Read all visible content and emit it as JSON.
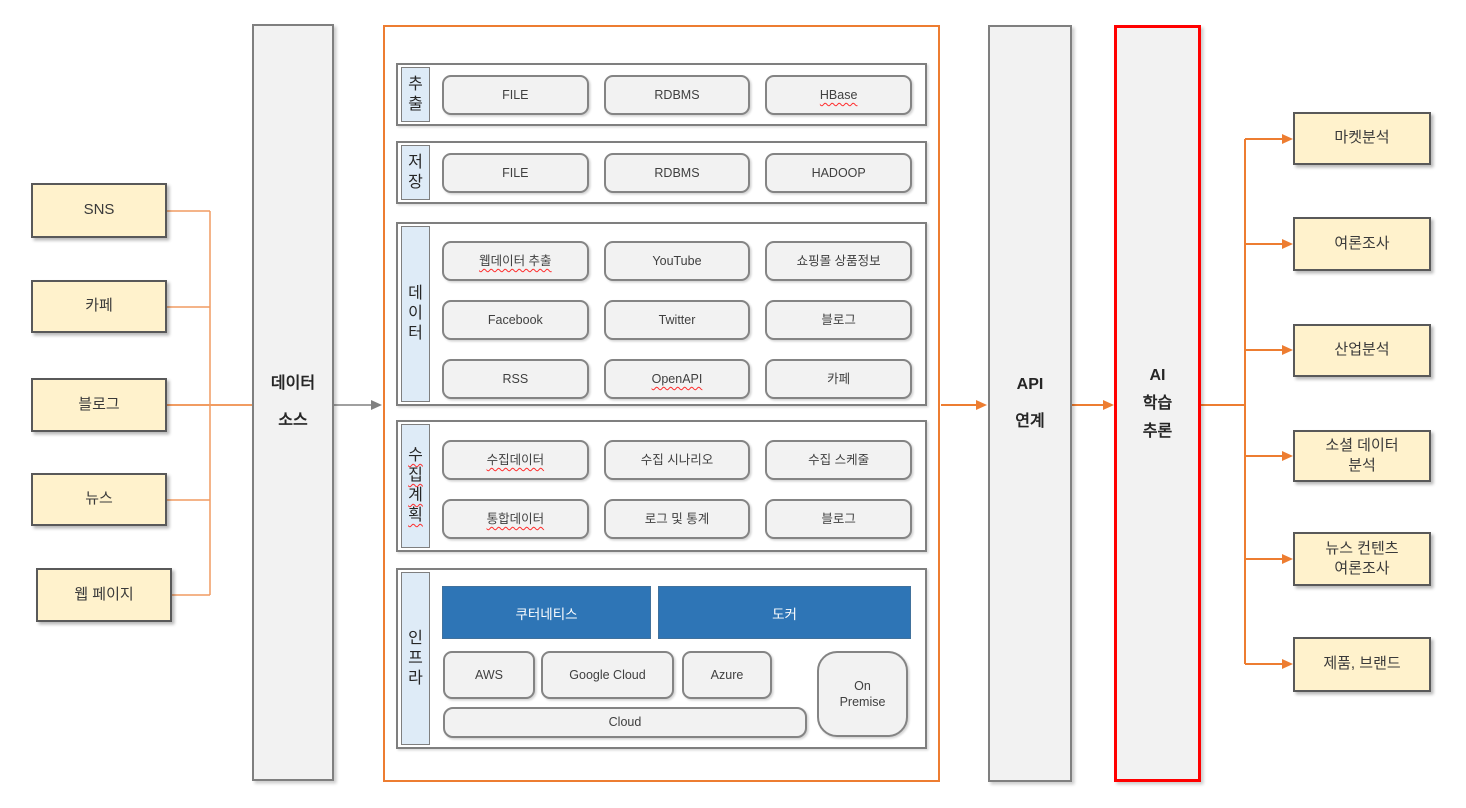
{
  "colors": {
    "orange": "#ED7D31",
    "orange_light": "#F19C62",
    "red": "#FF0000",
    "gray_border": "#7F7F7F",
    "dark_border": "#595959",
    "arrow_gray": "#808080",
    "fill_gray": "#F2F2F2",
    "fill_yellow": "#FFF2CC",
    "fill_lightblue": "#DEEBF7",
    "fill_blue": "#2E75B6"
  },
  "sources": [
    {
      "label": "SNS"
    },
    {
      "label": "카페"
    },
    {
      "label": "블로그"
    },
    {
      "label": "뉴스"
    },
    {
      "label": "웹 페이지"
    }
  ],
  "data_source_column": {
    "label": "데이터\n소스"
  },
  "platform": {
    "extract": {
      "label": "추출",
      "items": [
        "FILE",
        "RDBMS",
        "HBase"
      ]
    },
    "store": {
      "label": "저장",
      "items": [
        "FILE",
        "RDBMS",
        "HADOOP"
      ]
    },
    "data": {
      "label": "데이터",
      "items": [
        "웹데이터 추출",
        "YouTube",
        "쇼핑몰 상품정보",
        "Facebook",
        "Twitter",
        "블로그",
        "RSS",
        "OpenAPI",
        "카페"
      ]
    },
    "plan": {
      "label": "수집계획",
      "items": [
        "수집데이터",
        "수집 시나리오",
        "수집 스케줄",
        "통합데이터",
        "로그 및 통계",
        "블로그"
      ]
    },
    "infra": {
      "label": "인프라",
      "kubernetes": "쿠터네티스",
      "docker": "도커",
      "aws": "AWS",
      "google_cloud": "Google Cloud",
      "azure": "Azure",
      "on_premise": "On Premise",
      "cloud": "Cloud"
    }
  },
  "api_column": {
    "label": "API\n연계"
  },
  "ai_column": {
    "label": "AI\n학습\n추론"
  },
  "outputs": [
    {
      "label": "마켓분석"
    },
    {
      "label": "여론조사"
    },
    {
      "label": "산업분석"
    },
    {
      "label": "소셜 데이터\n분석"
    },
    {
      "label": "뉴스 컨텐츠\n여론조사"
    },
    {
      "label": "제품, 브랜드"
    }
  ]
}
